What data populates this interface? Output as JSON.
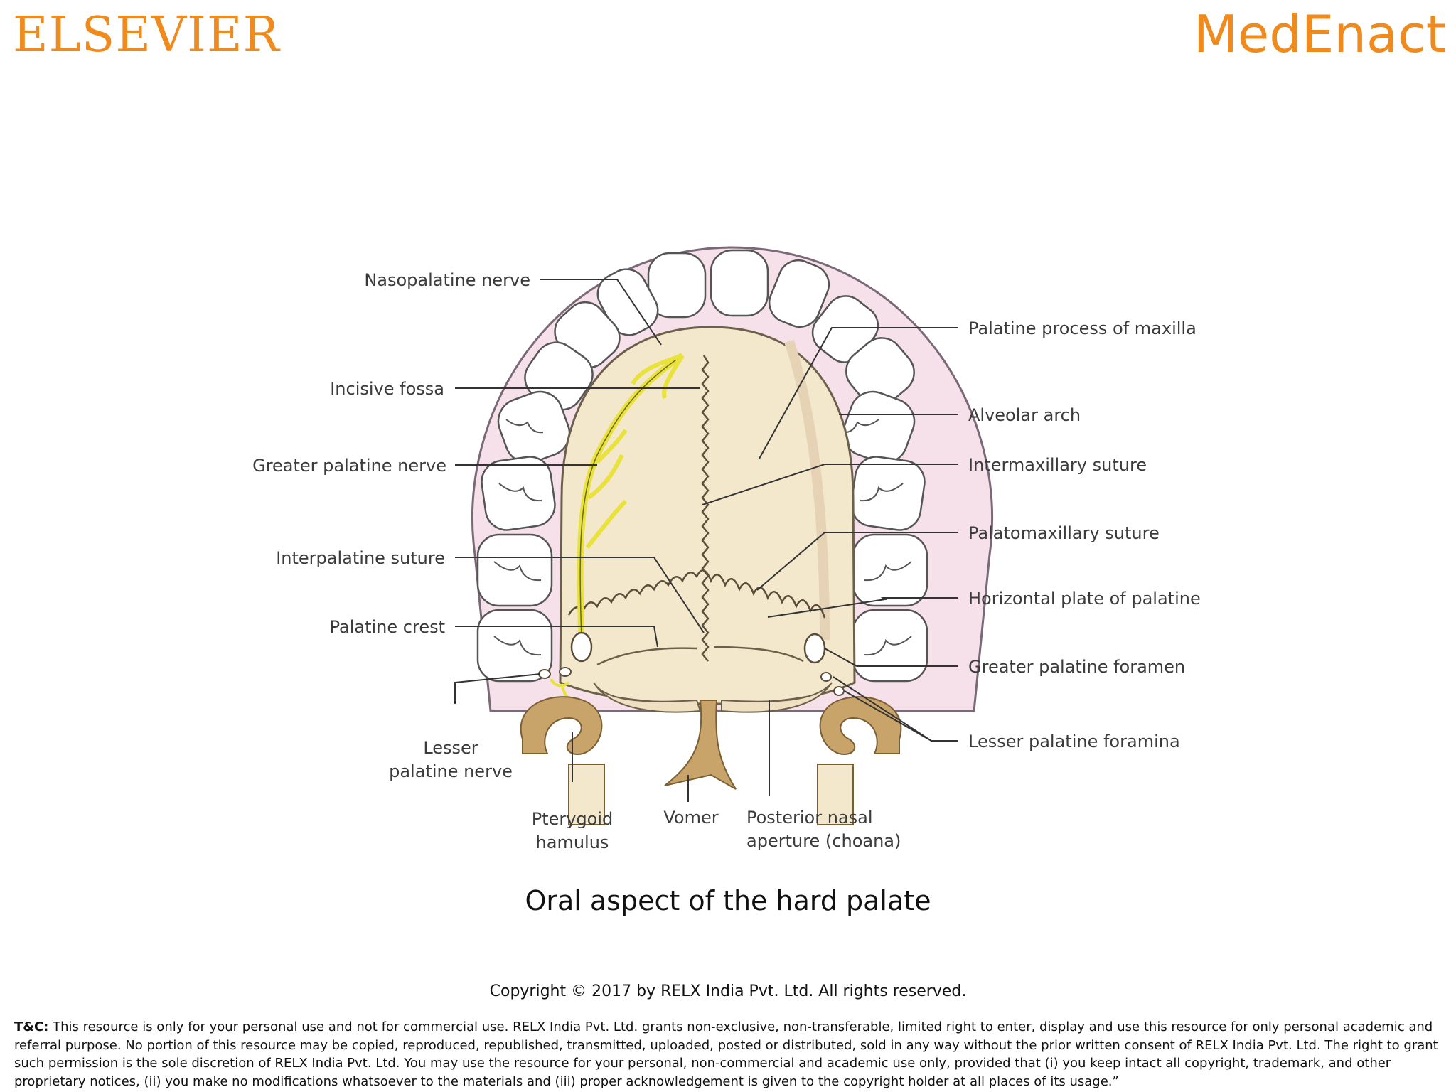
{
  "header": {
    "publisher": "ELSEVIER",
    "brand": "MedEnact"
  },
  "colors": {
    "brand_orange": "#f08a1c",
    "bone": "#f4e8cc",
    "gum": "#f6e1ea",
    "nerve": "#e8e23a",
    "hamulus": "#c9a46a"
  },
  "labels": {
    "nasopalatine_nerve": "Nasopalatine nerve",
    "incisive_fossa": "Incisive fossa",
    "greater_palatine_nerve": "Greater palatine nerve",
    "interpalatine_suture": "Interpalatine suture",
    "palatine_crest": "Palatine crest",
    "lesser_palatine_nerve_1": "Lesser",
    "lesser_palatine_nerve_2": "palatine nerve",
    "pterygoid_hamulus_1": "Pterygoid",
    "pterygoid_hamulus_2": "hamulus",
    "vomer": "Vomer",
    "posterior_nasal_aperture_1": "Posterior nasal",
    "posterior_nasal_aperture_2": "aperture (choana)",
    "palatine_process_of_maxilla": "Palatine process of maxilla",
    "alveolar_arch": "Alveolar arch",
    "intermaxillary_suture": "Intermaxillary suture",
    "palatomaxillary_suture": "Palatomaxillary suture",
    "horizontal_plate_of_palatine": "Horizontal plate of palatine",
    "greater_palatine_foramen": "Greater palatine foramen",
    "lesser_palatine_foramina": "Lesser palatine foramina"
  },
  "caption": "Oral aspect of the hard palate",
  "copyright": "Copyright © 2017 by RELX India Pvt. Ltd. All rights reserved.",
  "terms": {
    "prefix": "T&C:",
    "text": "This resource is only for your personal use and not for commercial use. RELX India Pvt. Ltd. grants  non-exclusive, non-transferable, limited right to enter, display and use this resource for only personal academic and referral purpose. No portion of this resource may be copied, reproduced, republished, transmitted, uploaded, posted or distributed, sold in any way without the prior written consent of RELX India Pvt. Ltd. The right to grant such permission is the sole discretion of RELX India Pvt. Ltd. You may use the resource for your personal, non-commercial and academic use only, provided that (i) you keep intact all copyright, trademark, and other proprietary notices, (ii) you make no modifications whatsoever to the materials and (iii) proper acknowledgement is given to the copyright holder at all places of its usage.”"
  }
}
